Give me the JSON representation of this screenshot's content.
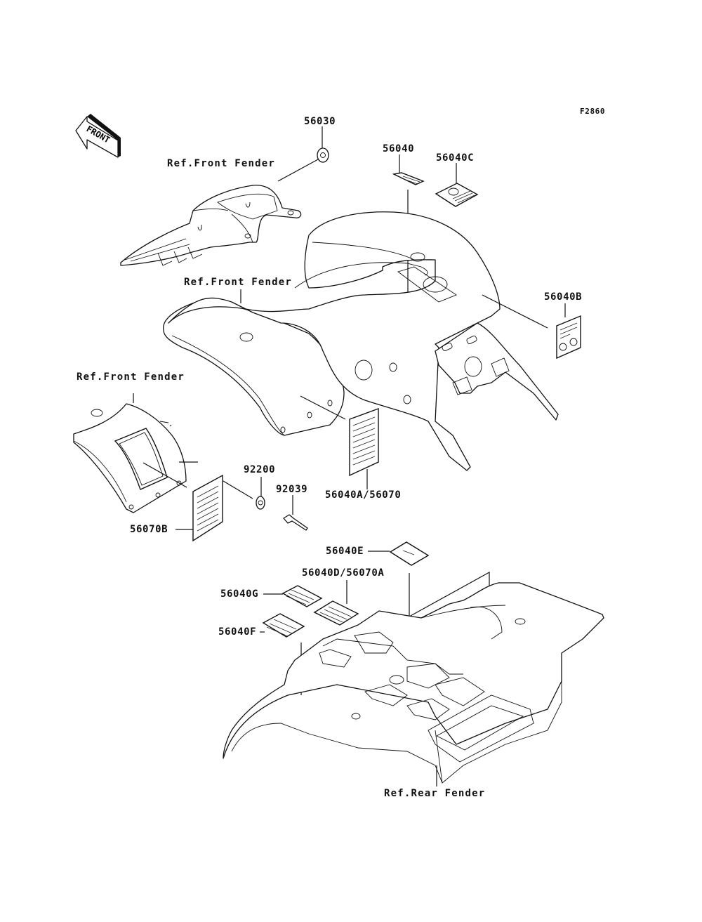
{
  "diagram": {
    "figure_id": "F2860",
    "front_indicator": "FRONT",
    "reference_labels": {
      "ref_front_fender_1": "Ref.Front Fender",
      "ref_front_fender_2": "Ref.Front Fender",
      "ref_front_fender_3": "Ref.Front Fender",
      "ref_rear_fender": "Ref.Rear Fender"
    },
    "part_labels": {
      "p56030": "56030",
      "p56040": "56040",
      "p56040C": "56040C",
      "p56040B": "56040B",
      "p56040A_56070": "56040A/56070",
      "p92200": "92200",
      "p92039": "92039",
      "p56070B": "56070B",
      "p56040E": "56040E",
      "p56040D_56070A": "56040D/56070A",
      "p56040G": "56040G",
      "p56040F": "56040F"
    },
    "parts": [
      {
        "number": "56030",
        "kind": "emblem"
      },
      {
        "number": "56040",
        "kind": "decal"
      },
      {
        "number": "56040C",
        "kind": "label"
      },
      {
        "number": "56040B",
        "kind": "label"
      },
      {
        "number": "56040A/56070",
        "kind": "label"
      },
      {
        "number": "92200",
        "kind": "washer"
      },
      {
        "number": "92039",
        "kind": "rivet"
      },
      {
        "number": "56070B",
        "kind": "label"
      },
      {
        "number": "56040E",
        "kind": "label"
      },
      {
        "number": "56040D/56070A",
        "kind": "label"
      },
      {
        "number": "56040G",
        "kind": "label"
      },
      {
        "number": "56040F",
        "kind": "label"
      }
    ]
  }
}
